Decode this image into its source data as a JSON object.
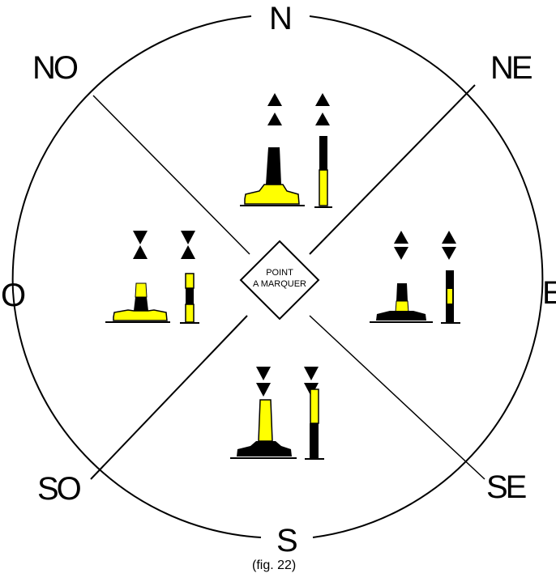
{
  "compass": {
    "north": "N",
    "north_east": "NE",
    "east": "E",
    "south_east": "SE",
    "south": "S",
    "south_west": "SO",
    "west": "O",
    "north_west": "NO"
  },
  "center": {
    "line1": "POINT",
    "line2": "A MARQUER"
  },
  "caption": "(fig. 22)",
  "colors": {
    "black": "#000000",
    "yellow": "#ffff00"
  }
}
